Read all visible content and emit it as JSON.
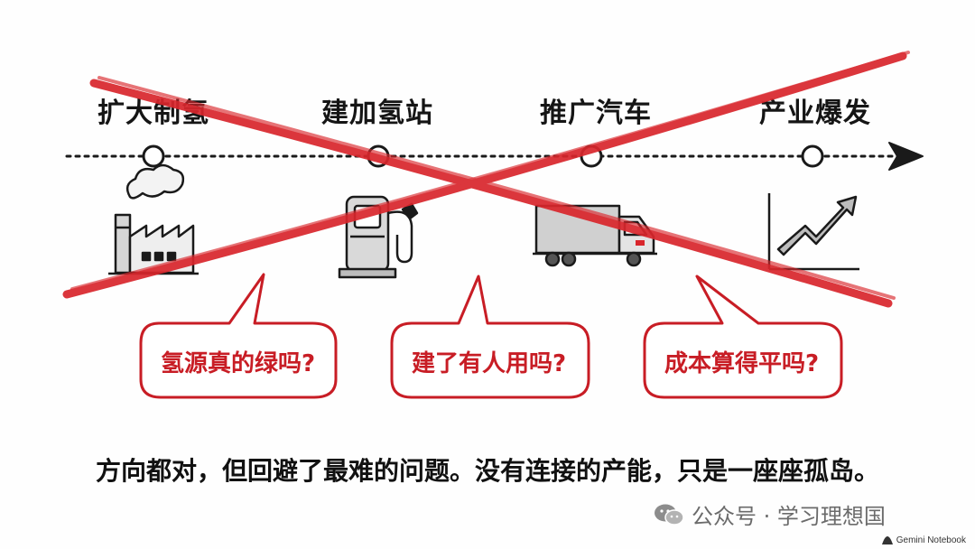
{
  "stages": [
    {
      "label": "扩大制氢",
      "icon": "factory-icon"
    },
    {
      "label": "建加氢站",
      "icon": "gas-pump-icon"
    },
    {
      "label": "推广汽车",
      "icon": "truck-icon"
    },
    {
      "label": "产业爆发",
      "icon": "growth-chart-icon"
    }
  ],
  "questions": [
    {
      "text": "氢源真的绿吗?"
    },
    {
      "text": "建了有人用吗?"
    },
    {
      "text": "成本算得平吗?"
    }
  ],
  "caption": "方向都对，但回避了最难的问题。没有连接的产能，只是一座座孤岛。",
  "watermark": {
    "text": "公众号 · 学习理想国",
    "icon": "wechat-icon"
  },
  "brand": {
    "text": "Gemini Notebook",
    "icon": "gemini-icon"
  },
  "colors": {
    "cross": "#d9262c",
    "bubble": "#c81d25",
    "ink": "#1a1a1a"
  }
}
